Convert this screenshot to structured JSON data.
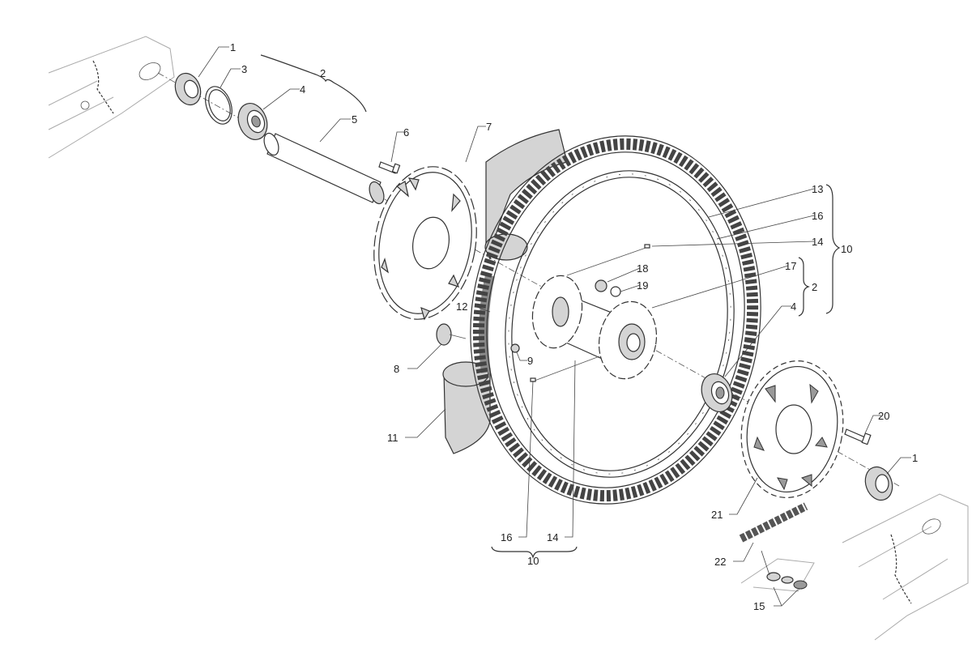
{
  "title": "Rear wheel exploded parts diagram",
  "callouts": {
    "c1_top": "1",
    "c3": "3",
    "c2_top": "2",
    "c4_top": "4",
    "c5": "5",
    "c6": "6",
    "c7": "7",
    "c13": "13",
    "c16_right": "16",
    "c14_right": "14",
    "c10_right": "10",
    "c18": "18",
    "c17": "17",
    "c19": "19",
    "c2_right": "2",
    "c4_right": "4",
    "c12": "12",
    "c9": "9",
    "c8": "8",
    "c11": "11",
    "c20": "20",
    "c1_bottom": "1",
    "c21": "21",
    "c16_bottom": "16",
    "c14_bottom": "14",
    "c10_bottom": "10",
    "c22": "22",
    "c15": "15"
  }
}
